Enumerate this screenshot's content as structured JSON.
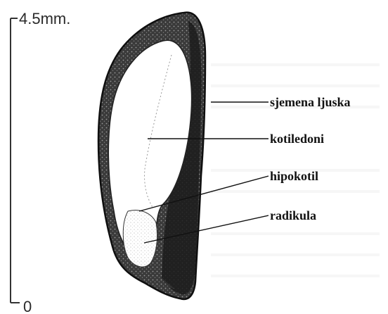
{
  "scale": {
    "top_label": "4.5mm.",
    "bottom_label": "0"
  },
  "labels": {
    "seed_coat": "sjemena ljuska",
    "cotyledons": "kotiledoni",
    "hypocotyl": "hipokotil",
    "radicle": "radikula"
  },
  "colors": {
    "ink": "#111111",
    "seed_coat_fill": "#2b2b2b",
    "background": "#ffffff"
  }
}
